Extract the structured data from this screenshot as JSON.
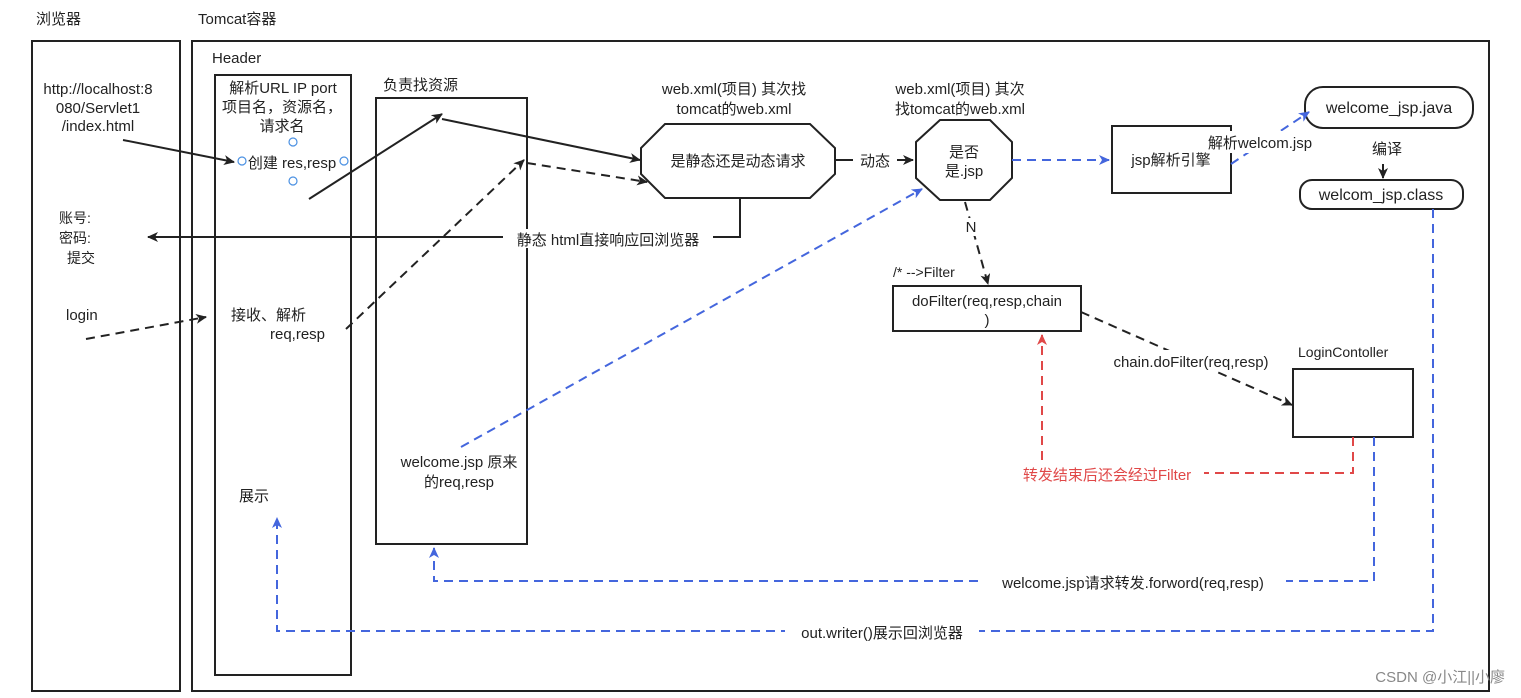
{
  "labels": {
    "browser": "浏览器",
    "tomcat": "Tomcat容器",
    "header": "Header",
    "url_1": "http://localhost:8",
    "url_2": "080/Servlet1",
    "url_3": "/index.html",
    "parse_1": "解析URL IP port",
    "parse_2": "项目名，资源名，",
    "parse_3": "请求名",
    "create": "创建 res,resp",
    "find_res": "负责找资源",
    "webxml1_1": "web.xml(项目) 其次找",
    "webxml1_2": "tomcat的web.xml",
    "webxml2_1": "web.xml(项目) 其次",
    "webxml2_2": "找tomcat的web.xml",
    "static_dyn": "是静态还是动态请求",
    "dynamic": "动态",
    "isjsp_1": "是否",
    "isjsp_2": "是.jsp",
    "jsp_engine": "jsp解析引擎",
    "parse_welcom": "解析welcom.jsp",
    "welcome_java": "welcome_jsp.java",
    "compile": "编译",
    "welcome_class": "welcom_jsp.class",
    "account": "账号:",
    "password": "密码:",
    "submit": "提交",
    "static_resp": "静态 html直接响应回浏览器",
    "n": "N",
    "filter_map": "/* -->Filter",
    "dofilter_1": "doFilter(req,resp,chain",
    "dofilter_2": ")",
    "login": "login",
    "receive_1": "接收、解析",
    "receive_2": "req,resp",
    "chain_dofilter": "chain.doFilter(req,resp)",
    "login_controller": "LoginContoller",
    "welcome_orig_1": "welcome.jsp 原来",
    "welcome_orig_2": "的req,resp",
    "after_forward": "转发结束后还会经过Filter",
    "display": "展示",
    "forward": "welcome.jsp请求转发.forword(req,resp)",
    "out_writer": "out.writer()展示回浏览器",
    "watermark": "CSDN @小江||小廖"
  },
  "colors": {
    "line": "#222222",
    "blue": "#4466dd",
    "red": "#e04848"
  }
}
